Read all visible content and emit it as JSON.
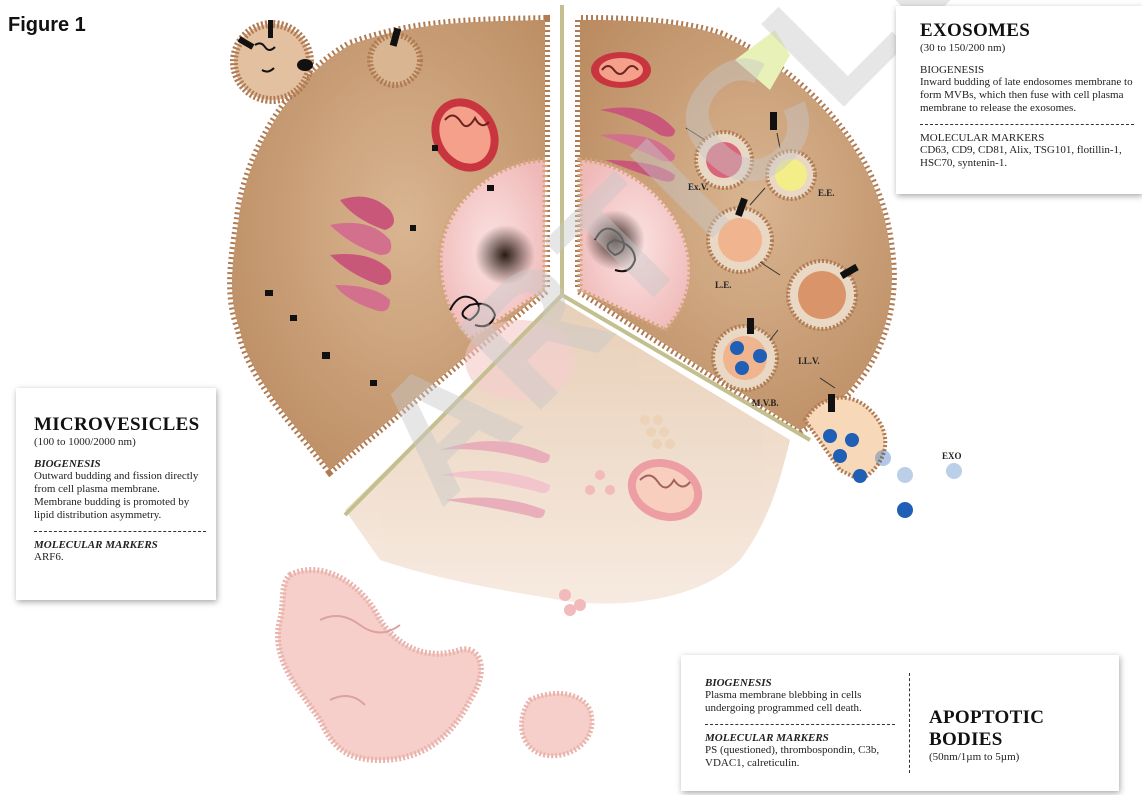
{
  "figure_label": "Figure 1",
  "watermark": "ARTICLE",
  "exosomes": {
    "title": "EXOSOMES",
    "size": "(30 to 150/200 nm)",
    "biogenesis_heading": "BIOGENESIS",
    "biogenesis_text": "Inward budding of late endosomes membrane to form MVBs, which then fuse with cell plasma membrane to release the exosomes.",
    "markers_heading": "MOLECULAR MARKERS",
    "markers_text": "CD63, CD9, CD81, Alix, TSG101, flotillin-1, HSC70, syntenin-1."
  },
  "microvesicles": {
    "title": "MICROVESICLES",
    "size": "(100 to 1000/2000 nm)",
    "biogenesis_heading": "BIOGENESIS",
    "biogenesis_text": "Outward budding and fission directly from cell plasma membrane. Membrane budding is promoted by lipid distribution asymmetry.",
    "markers_heading": "MOLECULAR MARKERS",
    "markers_text": "ARF6."
  },
  "apoptotic_bodies": {
    "title": "APOPTOTIC BODIES",
    "size": "(50nm/1µm to 5µm)",
    "biogenesis_heading": "BIOGENESIS",
    "biogenesis_text": "Plasma membrane blebbing in cells undergoing programmed cell death.",
    "markers_heading": "MOLECULAR MARKERS",
    "markers_text": "PS (questioned), thrombospondin, C3b, VDAC1, calreticulin."
  },
  "diagram_labels": {
    "exv": "Ex.V.",
    "ee": "E.E.",
    "le": "L.E.",
    "ilv": "I.L.V.",
    "mvb": "M.V.B.",
    "exo": "EXO"
  },
  "colors": {
    "cytoplasm": "#c9a27a",
    "membrane": "#b07a52",
    "nucleus": "#f3cccb",
    "golgi": "#c9577a",
    "mito": "#c8353f",
    "divider": "#c3bf8f",
    "exosome_blue": "#1f5fb5"
  }
}
